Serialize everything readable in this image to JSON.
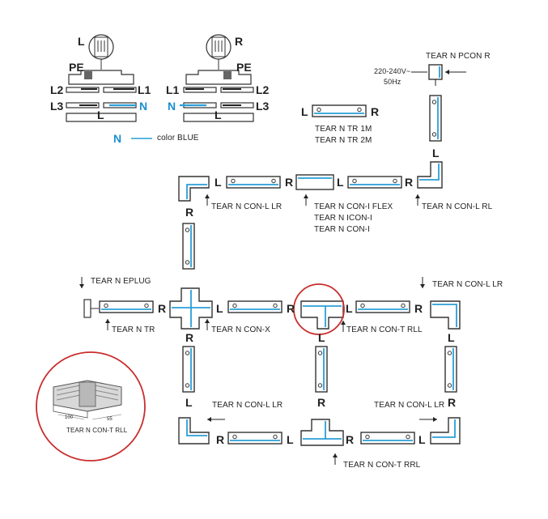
{
  "colors": {
    "accent_blue": "#2a9fd6",
    "line": "#333333",
    "circle_red": "#c92d2d"
  },
  "legend": {
    "left_socket_tag": "L",
    "right_socket_tag": "R",
    "left": {
      "pe": "PE",
      "l2": "L2",
      "l1": "L1",
      "l3": "L3",
      "n": "N",
      "l_bottom": "L"
    },
    "right": {
      "pe": "PE",
      "l1": "L1",
      "l2": "L2",
      "n": "N",
      "l3": "L3",
      "l_bottom": "L"
    },
    "n_key": "N",
    "n_text": "color BLUE"
  },
  "voltage": {
    "line1": "220-240V~",
    "line2": "50Hz"
  },
  "sample_track": {
    "left": "L",
    "right": "R",
    "name1": "TEAR N TR 1M",
    "name2": "TEAR N TR 2M"
  },
  "pcon": {
    "name": "TEAR N PCON R"
  },
  "top_row": {
    "con_lr_name": "TEAR N CON-L LR",
    "track_l": "L",
    "track_r": "R",
    "flex_lines": [
      "TEAR N CON-I FLEX",
      "TEAR N ICON-I",
      "TEAR N CON-I"
    ],
    "flex_l": "L",
    "flex_r": "R",
    "con_rl_name": "TEAR N CON-L RL",
    "corner_l_label": "L",
    "corner_r_label": "R",
    "right_vert_l": "L"
  },
  "middle_row": {
    "eplug": "TEAR N EPLUG",
    "tr": "TEAR N TR",
    "conx": "TEAR N CON-X",
    "cont_rll": "TEAR N CON-T RLL",
    "con_lr": "TEAR N CON-L LR",
    "r1": "R",
    "l1": "L",
    "r2": "R",
    "l2": "L",
    "r3": "R",
    "l3": "L",
    "below_x": "R",
    "below_t": "L",
    "right_l": "L"
  },
  "bottom_row": {
    "con_lr_left": "TEAR N CON-L LR",
    "con_lr_right": "TEAR N CON-L LR",
    "cont_rrl": "TEAR N CON-T RRL",
    "l_left": "L",
    "r_right": "R",
    "r_mid": "R",
    "r1": "R",
    "l1": "L",
    "r2": "R",
    "l2": "L"
  },
  "inset": {
    "caption": "TEAR N CON-T RLL",
    "dim1": "100",
    "dim2": "55"
  }
}
